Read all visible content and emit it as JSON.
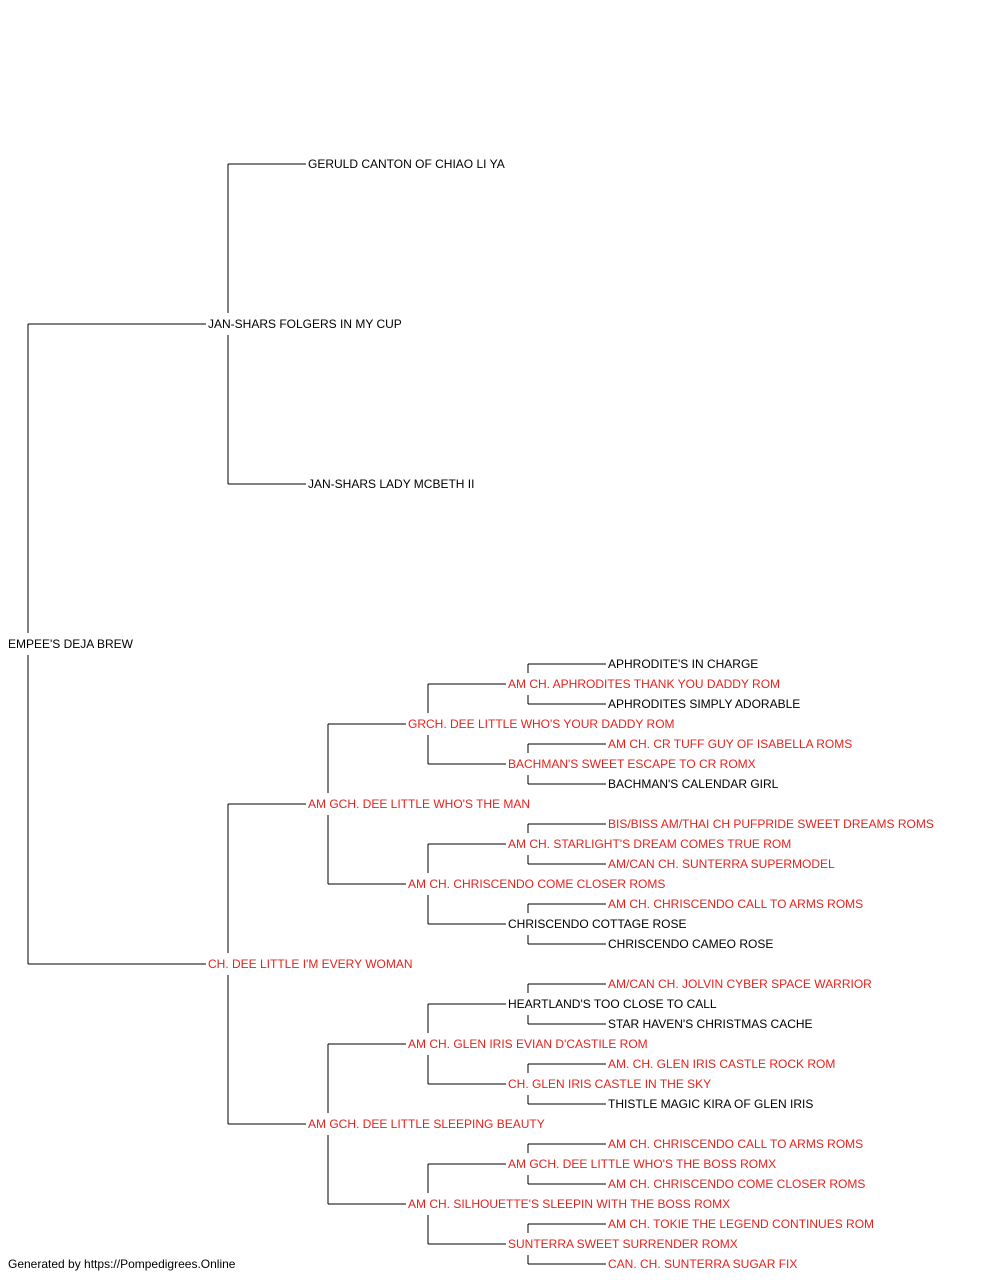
{
  "colors": {
    "normal": "#000000",
    "champion": "#e8211d",
    "line": "#000000"
  },
  "pedigree": {
    "name": "EMPEE'S DEJA BREW",
    "red": false,
    "sire": {
      "name": "JAN-SHARS FOLGERS IN MY CUP",
      "red": false,
      "sire": {
        "name": "GERULD CANTON OF CHIAO LI YA",
        "red": false
      },
      "dam": {
        "name": "JAN-SHARS LADY MCBETH II",
        "red": false
      }
    },
    "dam": {
      "name": "CH. DEE LITTLE I'M EVERY WOMAN",
      "red": true,
      "sire": {
        "name": "AM GCH. DEE LITTLE WHO'S THE MAN",
        "red": true,
        "sire": {
          "name": "GRCH. DEE LITTLE WHO'S YOUR DADDY ROM",
          "red": true,
          "sire": {
            "name": "AM CH. APHRODITES THANK YOU DADDY ROM",
            "red": true,
            "sire": {
              "name": "APHRODITE'S IN CHARGE",
              "red": false
            },
            "dam": {
              "name": "APHRODITES SIMPLY ADORABLE",
              "red": false
            }
          },
          "dam": {
            "name": "BACHMAN'S SWEET ESCAPE TO CR ROMX",
            "red": true,
            "sire": {
              "name": "AM CH. CR TUFF GUY OF ISABELLA ROMS",
              "red": true
            },
            "dam": {
              "name": "BACHMAN'S CALENDAR GIRL",
              "red": false
            }
          }
        },
        "dam": {
          "name": "AM CH. CHRISCENDO COME CLOSER ROMS",
          "red": true,
          "sire": {
            "name": "AM CH. STARLIGHT'S DREAM COMES TRUE ROM",
            "red": true,
            "sire": {
              "name": "BIS/BISS AM/THAI CH PUFPRIDE SWEET DREAMS ROMS",
              "red": true
            },
            "dam": {
              "name": "AM/CAN CH. SUNTERRA SUPERMODEL",
              "red": true
            }
          },
          "dam": {
            "name": "CHRISCENDO COTTAGE ROSE",
            "red": false,
            "sire": {
              "name": "AM CH. CHRISCENDO CALL TO ARMS ROMS",
              "red": true
            },
            "dam": {
              "name": "CHRISCENDO CAMEO ROSE",
              "red": false
            }
          }
        }
      },
      "dam": {
        "name": "AM GCH. DEE LITTLE SLEEPING BEAUTY",
        "red": true,
        "sire": {
          "name": "AM CH. GLEN IRIS EVIAN D'CASTILE ROM",
          "red": true,
          "sire": {
            "name": "HEARTLAND'S TOO CLOSE TO CALL",
            "red": false,
            "sire": {
              "name": "AM/CAN CH. JOLVIN CYBER SPACE WARRIOR",
              "red": true
            },
            "dam": {
              "name": "STAR HAVEN'S CHRISTMAS CACHE",
              "red": false
            }
          },
          "dam": {
            "name": "CH. GLEN IRIS CASTLE IN THE SKY",
            "red": true,
            "sire": {
              "name": "AM. CH. GLEN IRIS CASTLE ROCK ROM",
              "red": true
            },
            "dam": {
              "name": "THISTLE MAGIC KIRA OF GLEN IRIS",
              "red": false
            }
          }
        },
        "dam": {
          "name": "AM CH. SILHOUETTE'S SLEEPIN WITH THE BOSS ROMX",
          "red": true,
          "sire": {
            "name": "AM GCH. DEE LITTLE WHO'S THE BOSS ROMX",
            "red": true,
            "sire": {
              "name": "AM CH. CHRISCENDO CALL TO ARMS ROMS",
              "red": true
            },
            "dam": {
              "name": "AM CH. CHRISCENDO COME CLOSER ROMS",
              "red": true
            }
          },
          "dam": {
            "name": "SUNTERRA SWEET SURRENDER ROMX",
            "red": true,
            "sire": {
              "name": "AM CH. TOKIE THE LEGEND CONTINUES ROM",
              "red": true
            },
            "dam": {
              "name": "CAN. CH. SUNTERRA SUGAR FIX",
              "red": true
            }
          }
        }
      }
    }
  },
  "footer": "Generated by https://Pompedigrees.Online"
}
